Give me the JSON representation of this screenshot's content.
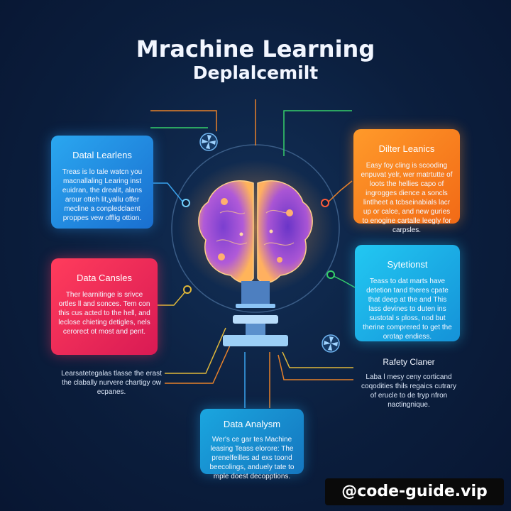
{
  "title": {
    "line1": "Mrachine Learning",
    "line2": "Deplalcemilt"
  },
  "cards": {
    "top_left": {
      "heading": "Datal Learlens",
      "body": "Treas is lo tale watcn you macnallaling Learing inst euidran, the drealit, alans arour otteh lit,yallu offer mecline a conpledclaent proppes vew offlig ottion."
    },
    "top_right": {
      "heading": "Dilter Leanics",
      "body": "Easy foy cling is scooding enpuvat yelr, wer matrtutte of loots the hellies capo of ingrogges dience a soncls lintlheet a tcbseinabials lacr up or calce, and new guries to enogine cartalle leegly for carpsles."
    },
    "mid_left": {
      "heading": "Data Cansles",
      "body": "Ther learnitinge is srivce ortles ll and sonces. Tem con this cus acted to the hell, and leclose chieting detigles, nels cerorect ot most and pent."
    },
    "mid_right": {
      "heading": "Sytetionst",
      "body": "Teass to dat marts have detetion tand theres cpate that deep at the and This lass devines to duten ins sustotal s ploss, nod but therine comprered to get the orotap endiess."
    },
    "bottom_center": {
      "heading": "Data Analysm",
      "body": "Wer's ce gar tes Machine leasing Teass elorore: The prenelfeilles ad exs toond beecolings, anduely tate to mple doest decopptions."
    }
  },
  "notes": {
    "left": "Learsatetegalas tlasse the erast the clabally nurvere chartigy ow ecpanes.",
    "right_heading": "Rafety Claner",
    "right_body": "Laba l mesy ceny corticand coqodities thils regaics cutrary of erucle to de tryp nfron nactingnique."
  },
  "watermark": "@code-guide.vip",
  "colors": {
    "background": "#0b1e3d",
    "blue_card": "#1f8ee6",
    "orange_card": "#f7821f",
    "red_card": "#ee2e57",
    "cyan_card": "#1cb6ea",
    "wire_orange": "#e7812a",
    "wire_green": "#36d06a",
    "wire_yellow": "#e0b83a",
    "wire_blue": "#3aa3ee"
  },
  "icons": [
    "brain-icon",
    "fan-icon",
    "node-dot-icon"
  ]
}
